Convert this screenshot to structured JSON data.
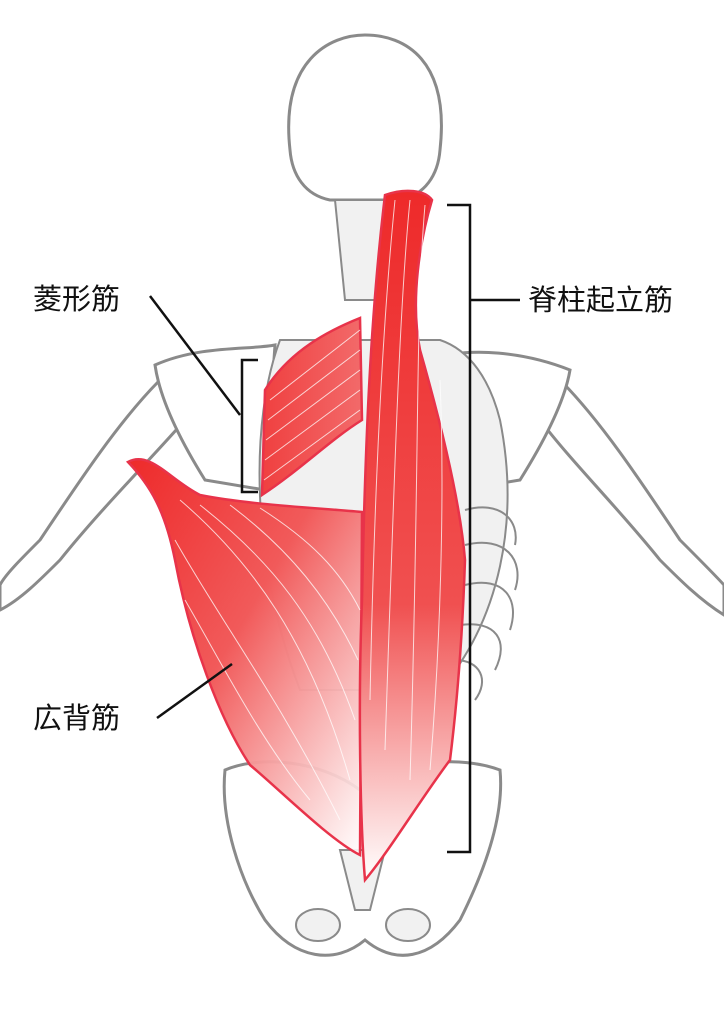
{
  "labels": {
    "rhomboid": "菱形筋",
    "erector_spinae": "脊柱起立筋",
    "latissimus_dorsi": "広背筋"
  },
  "colors": {
    "muscle": "#ee2a2a",
    "muscle_outline": "#e8334a",
    "bone_outline": "#8a8a8a",
    "leader": "#111111"
  }
}
